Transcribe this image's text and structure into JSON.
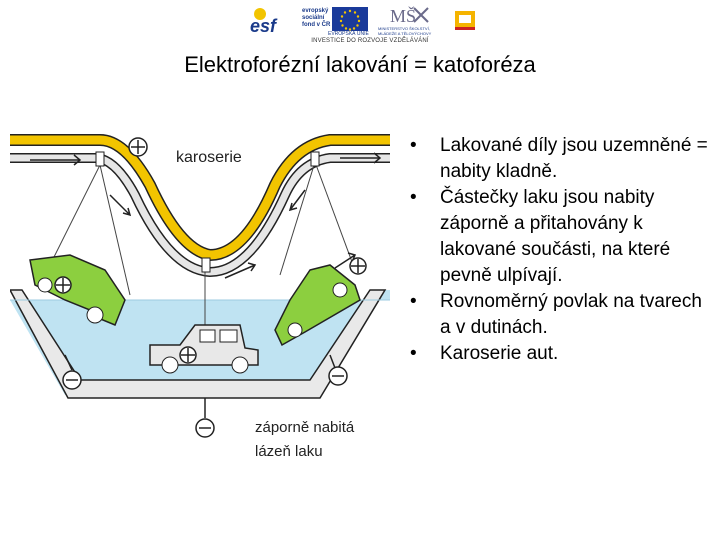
{
  "header": {
    "esf_label_1": "evropský",
    "esf_label_2": "sociální",
    "esf_label_3": "fond v ČR",
    "eu_label": "EVROPSKÁ UNIE",
    "msmt_label": "MINISTERSTVO ŠKOLSTVÍ, MLÁDEŽE A TĚLOVÝCHOVY",
    "caption": "INVESTICE DO ROZVOJE VZDĚLÁVÁNÍ"
  },
  "title": "Elektroforézní lakování = katoforéza",
  "diagram": {
    "label_body": "karoserie",
    "label_bath_1": "záporně nabitá",
    "label_bath_2": "lázeň laku",
    "colors": {
      "bath": "#bfe3f2",
      "car": "#e8e8e8",
      "car_green": "#8ccf3f",
      "rail": "#f2c400",
      "outline": "#222222"
    }
  },
  "bullets": [
    "Lakované díly jsou uzemněné = nabity kladně.",
    "Částečky laku jsou nabity záporně a přitahovány k lakované součásti, na které pevně ulpívají.",
    "Rovnoměrný povlak na tvarech a v dutinách.",
    "Karoserie aut."
  ]
}
